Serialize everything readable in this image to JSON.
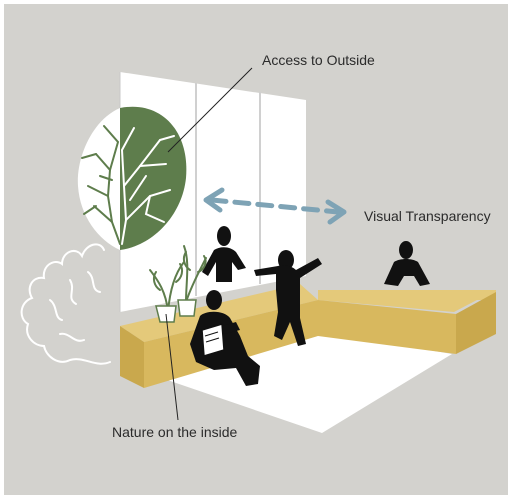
{
  "diagram": {
    "labels": {
      "access_to_outside": "Access to Outside",
      "visual_transparency": "Visual Transparency",
      "nature_inside": "Nature on the inside"
    },
    "colors": {
      "background": "#d3d2ce",
      "window": "#ffffff",
      "tree_green": "#5e7d4c",
      "bench": "#d8b85e",
      "figure": "#111111",
      "arrow": "#7ea3b5",
      "leader_line": "#222222"
    },
    "icons": [
      "tree-icon",
      "bidirectional-arrow-icon",
      "potted-plant-icon",
      "person-icon",
      "bush-outline-icon"
    ]
  }
}
